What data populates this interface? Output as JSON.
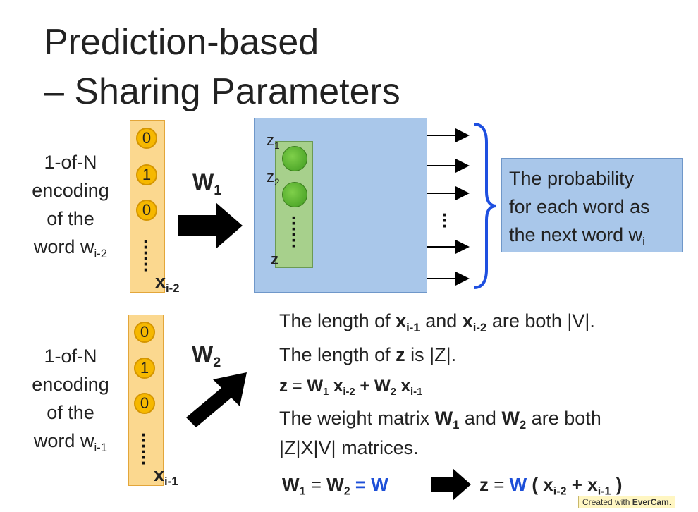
{
  "title": {
    "line1": "Prediction-based",
    "line2": "– Sharing Parameters"
  },
  "top_input": {
    "label_lines": [
      "1-of-N",
      "encoding",
      "of the"
    ],
    "word_prefix": "word w",
    "word_sub": "i-2",
    "values": [
      "0",
      "1",
      "0"
    ],
    "var": "x",
    "var_sub": "i-2"
  },
  "bottom_input": {
    "label_lines": [
      "1-of-N",
      "encoding",
      "of the"
    ],
    "word_prefix": "word w",
    "word_sub": "i-1",
    "values": [
      "0",
      "1",
      "0"
    ],
    "var": "x",
    "var_sub": "i-1"
  },
  "w1": {
    "base": "W",
    "sub": "1"
  },
  "w2": {
    "base": "W",
    "sub": "2"
  },
  "hidden": {
    "z1": "z",
    "z1_sub": "1",
    "z2": "z",
    "z2_sub": "2",
    "z": "z"
  },
  "probability": {
    "line1": "The probability",
    "line2": "for each word as",
    "line3_prefix": "the next word w",
    "line3_sub": "i"
  },
  "explanation": {
    "l1": {
      "a": "The length of ",
      "x1": "x",
      "x1s": "i-1",
      "b": " and ",
      "x2": "x",
      "x2s": "i-2",
      "c": " are both |V|."
    },
    "l2": {
      "a": "The length of ",
      "z": "z",
      "b": " is |Z|."
    },
    "l3": {
      "z": "z",
      "eq": " = ",
      "w1": "W",
      "w1s": "1",
      "x1": "x",
      "x1s": "i-2",
      "plus": " + ",
      "w2": "W",
      "w2s": "2",
      "x2": "x",
      "x2s": "i-1"
    },
    "l4": {
      "a": "The weight matrix ",
      "w1": "W",
      "w1s": "1",
      "b": " and ",
      "w2": "W",
      "w2s": "2",
      "c": " are both"
    },
    "l5": "|Z|X|V| matrices."
  },
  "equality": {
    "left_w1": "W",
    "left_w1s": "1",
    "eq": " = ",
    "left_w2": "W",
    "left_w2s": "2",
    "eqw": " = W",
    "right_z": "z",
    "right_eq": " = ",
    "right_w": "W",
    "right_open": " ( ",
    "right_x1": "x",
    "right_x1s": "i-2",
    "right_plus": " + ",
    "right_x2": "x",
    "right_x2s": "i-1",
    "right_close": " )"
  },
  "footer": {
    "prefix": "Created with ",
    "brand": "EverCam",
    "suffix": "."
  },
  "colors": {
    "vector_fill": "#fbd88f",
    "circle": "#f6b800",
    "box_blue": "#a9c7ea",
    "inner_green": "#a7d08c",
    "node_green": "#4caf27",
    "accent_blue": "#1d4fd8",
    "brace_blue": "#1e4fe0"
  }
}
